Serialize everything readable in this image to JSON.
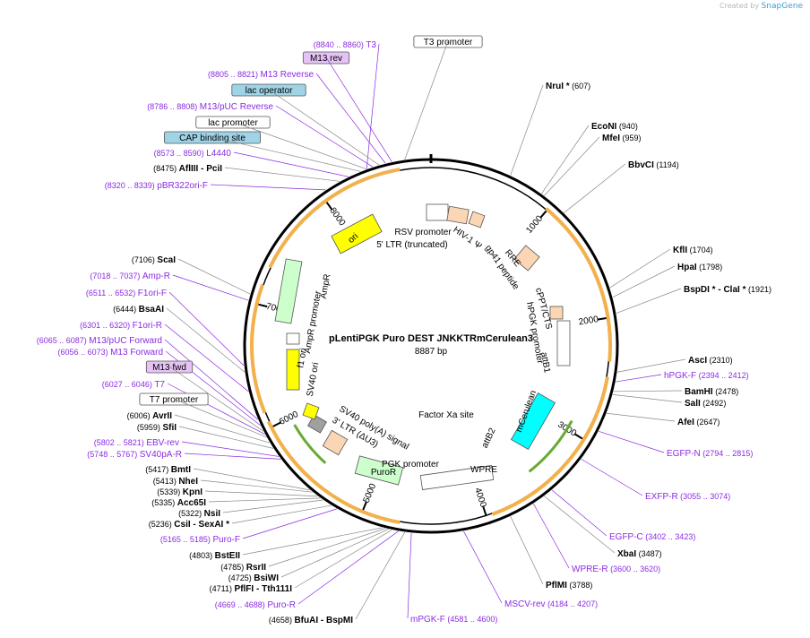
{
  "credit": {
    "prefix": "Created by",
    "brand": "SnapGene"
  },
  "plasmid": {
    "name": "pLentiPGK Puro DEST JNKKTRmCerulean3",
    "length": "8887 bp"
  },
  "colors": {
    "restriction": "#000000",
    "primer": "#8a2be2",
    "ruler": "#000000",
    "feature_line": "#888888"
  },
  "ruler_ticks": [
    "1000",
    "2000",
    "3000",
    "4000",
    "5000",
    "6000",
    "7000",
    "8000"
  ],
  "labels": [
    {
      "pos": "(8840 .. 8860)",
      "name": "T3"
    },
    {
      "name": "T3 promoter"
    },
    {
      "name": "M13 rev"
    },
    {
      "pos": "(8805 .. 8821)",
      "name": "M13 Reverse"
    },
    {
      "name": "lac operator"
    },
    {
      "pos": "(8786 .. 8808)",
      "name": "M13/pUC Reverse"
    },
    {
      "name": "lac promoter"
    },
    {
      "name": "CAP binding site"
    },
    {
      "pos": "(8573 .. 8590)",
      "name": "L4440"
    },
    {
      "pos": "(8475)",
      "name": "AflIII  - PciI"
    },
    {
      "pos": "(8320 .. 8339)",
      "name": "pBR322ori-F"
    },
    {
      "name": "NruI *",
      "pos": "(607)"
    },
    {
      "name": "EcoNI",
      "pos": "(940)"
    },
    {
      "name": "MfeI",
      "pos": "(959)"
    },
    {
      "name": "BbvCI",
      "pos": "(1194)"
    },
    {
      "name": "KflI",
      "pos": "(1704)"
    },
    {
      "name": "HpaI",
      "pos": "(1798)"
    },
    {
      "name": "BspDI * - ClaI *",
      "pos": "(1921)"
    },
    {
      "name": "AscI",
      "pos": "(2310)"
    },
    {
      "name": "hPGK-F",
      "pos": "(2394 .. 2412)"
    },
    {
      "name": "BamHI",
      "pos": "(2478)"
    },
    {
      "name": "SalI",
      "pos": "(2492)"
    },
    {
      "name": "AfeI",
      "pos": "(2647)"
    },
    {
      "name": "EGFP-N",
      "pos": "(2794 .. 2815)"
    },
    {
      "name": "EXFP-R",
      "pos": "(3055 .. 3074)"
    },
    {
      "name": "EGFP-C",
      "pos": "(3402 .. 3423)"
    },
    {
      "name": "XbaI",
      "pos": "(3487)"
    },
    {
      "name": "WPRE-R",
      "pos": "(3600 .. 3620)"
    },
    {
      "name": "PflMI",
      "pos": "(3788)"
    },
    {
      "name": "MSCV-rev",
      "pos": "(4184 .. 4207)"
    },
    {
      "name": "mPGK-F",
      "pos": "(4581 .. 4600)"
    },
    {
      "pos": "(7106)",
      "name": "ScaI"
    },
    {
      "pos": "(7018 .. 7037)",
      "name": "Amp-R"
    },
    {
      "pos": "(6511 .. 6532)",
      "name": "F1ori-F"
    },
    {
      "pos": "(6444)",
      "name": "BsaAI"
    },
    {
      "pos": "(6301 .. 6320)",
      "name": "F1ori-R"
    },
    {
      "pos": "(6065 .. 6087)",
      "name": "M13/pUC Forward"
    },
    {
      "pos": "(6056 .. 6073)",
      "name": "M13 Forward"
    },
    {
      "name": "M13 fwd"
    },
    {
      "pos": "(6027 .. 6046)",
      "name": "T7"
    },
    {
      "name": "T7 promoter"
    },
    {
      "pos": "(6006)",
      "name": "AvrII"
    },
    {
      "pos": "(5959)",
      "name": "SfiI"
    },
    {
      "pos": "(5802 .. 5821)",
      "name": "EBV-rev"
    },
    {
      "pos": "(5748 .. 5767)",
      "name": "SV40pA-R"
    },
    {
      "pos": "(5417)",
      "name": "BmtI"
    },
    {
      "pos": "(5413)",
      "name": "NheI"
    },
    {
      "pos": "(5339)",
      "name": "KpnI"
    },
    {
      "pos": "(5335)",
      "name": "Acc65I"
    },
    {
      "pos": "(5322)",
      "name": "NsiI"
    },
    {
      "pos": "(5236)",
      "name": "CsiI  - SexAI *"
    },
    {
      "pos": "(5165 .. 5185)",
      "name": "Puro-F"
    },
    {
      "pos": "(4803)",
      "name": "BstEII"
    },
    {
      "pos": "(4785)",
      "name": "RsrII"
    },
    {
      "pos": "(4725)",
      "name": "BsiWI"
    },
    {
      "pos": "(4711)",
      "name": "PflFI  - Tth111I"
    },
    {
      "pos": "(4669 .. 4688)",
      "name": "Puro-R"
    },
    {
      "pos": "(4658)",
      "name": "BfuAI  - BspMI"
    }
  ],
  "features": [
    "RSV promoter",
    "5' LTR (truncated)",
    "HIV-1 Ψ",
    "RRE",
    "gp41 peptide",
    "cPPT/CTS",
    "hPGK promoter",
    "attB1",
    "mCerulean",
    "attB2",
    "WPRE",
    "PGK promoter",
    "PuroR",
    "3' LTR (ΔU3)",
    "SV40 poly(A) signal",
    "SV40 ori",
    "f1 ori",
    "AmpR promoter",
    "AmpR",
    "ori",
    "Factor Xa site"
  ]
}
